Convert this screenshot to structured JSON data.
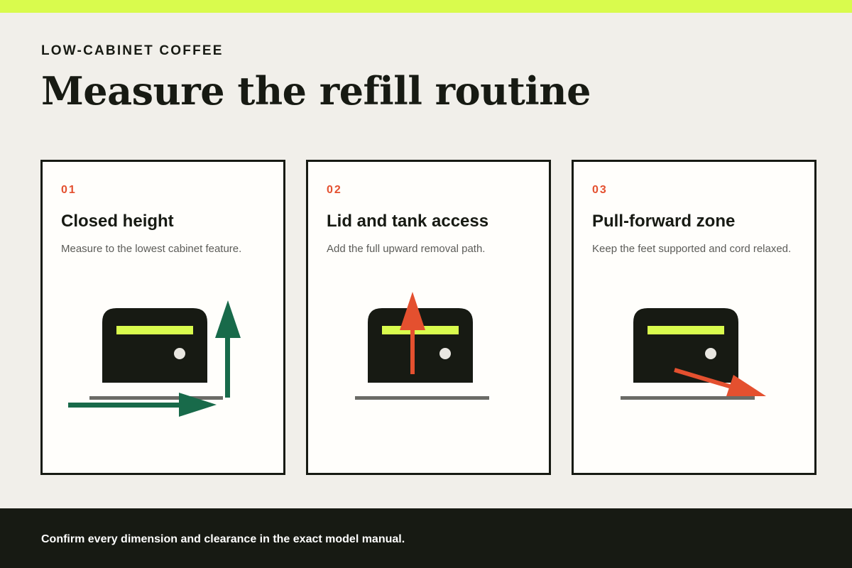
{
  "header": {
    "eyebrow": "LOW-CABINET COFFEE",
    "title": "Measure the refill routine"
  },
  "colors": {
    "accent_lime": "#d9fb4d",
    "accent_red": "#e4502f",
    "accent_green": "#186a4a",
    "ink": "#171a13"
  },
  "cards": [
    {
      "number": "01",
      "title": "Closed height",
      "description": "Measure to the lowest cabinet feature.",
      "arrow_color": "green"
    },
    {
      "number": "02",
      "title": "Lid and tank access",
      "description": "Add the full upward removal path.",
      "arrow_color": "red"
    },
    {
      "number": "03",
      "title": "Pull-forward zone",
      "description": "Keep the feet supported and cord relaxed.",
      "arrow_color": "red"
    }
  ],
  "footer": {
    "note": "Confirm every dimension and clearance in the exact model manual."
  }
}
